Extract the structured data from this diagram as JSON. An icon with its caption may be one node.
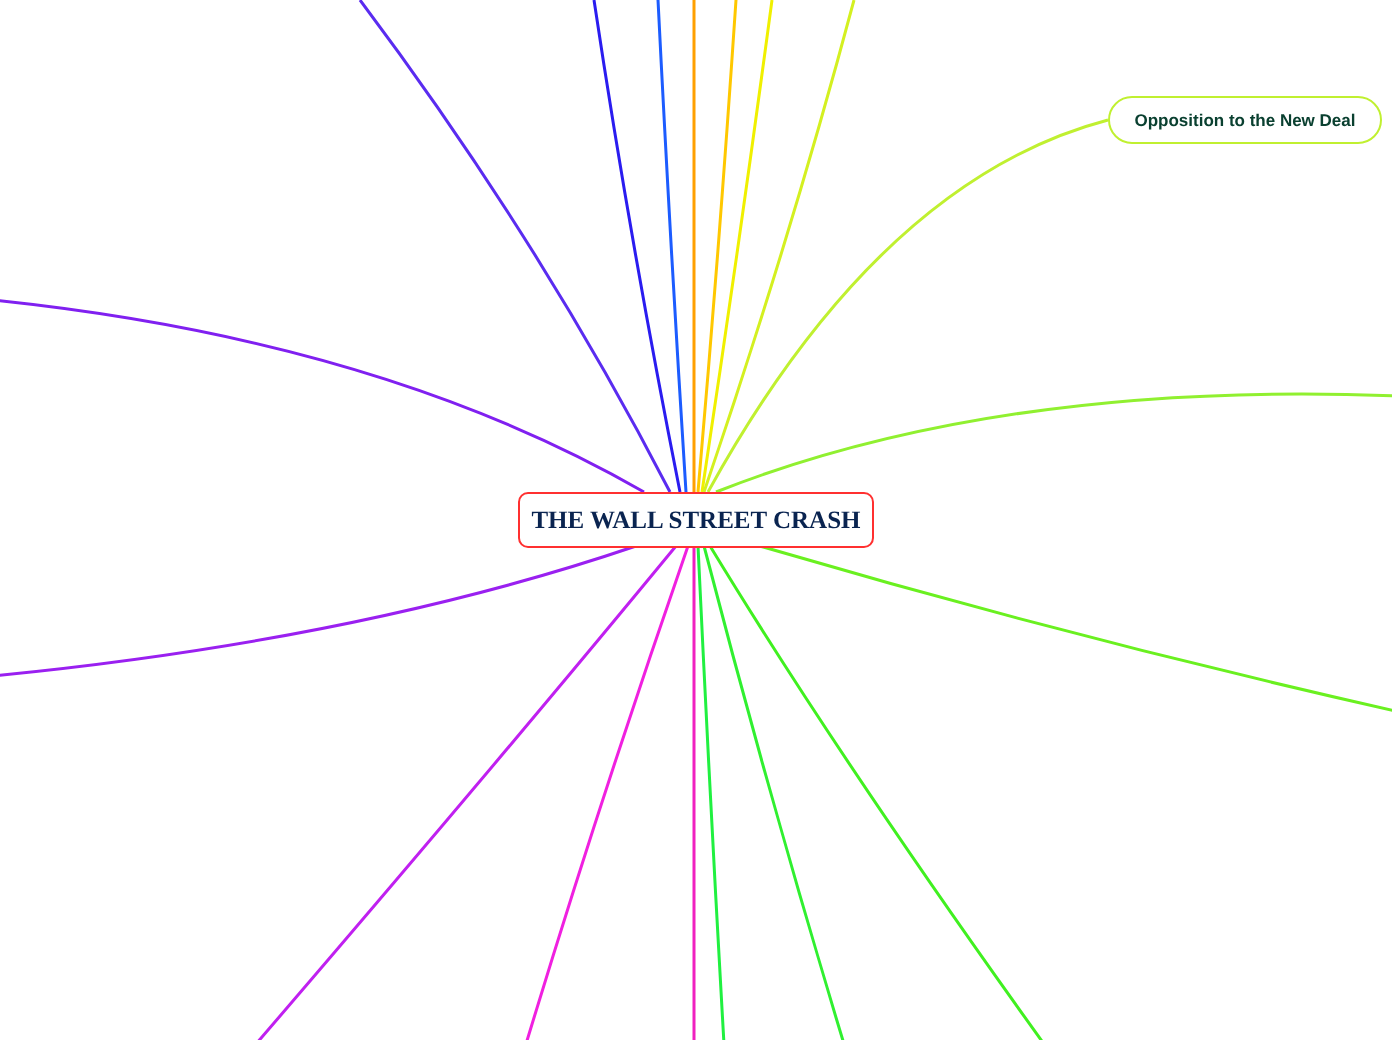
{
  "diagram": {
    "nodes": [
      {
        "text": [
          "THE WALL STREET CRASH"
        ]
      },
      {
        "text": [
          "Opposition to the New Deal"
        ]
      }
    ],
    "edges": [
      {
        "from": 0,
        "to": null,
        "arrow": "none",
        "color": "#5a2cf0"
      },
      {
        "from": 0,
        "to": null,
        "arrow": "none",
        "color": "#2a1cf0"
      },
      {
        "from": 0,
        "to": null,
        "arrow": "none",
        "color": "#1c5cff"
      },
      {
        "from": 0,
        "to": null,
        "arrow": "none",
        "color": "#ffa000"
      },
      {
        "from": 0,
        "to": null,
        "arrow": "none",
        "color": "#ffc800"
      },
      {
        "from": 0,
        "to": null,
        "arrow": "none",
        "color": "#f0f000"
      },
      {
        "from": 0,
        "to": null,
        "arrow": "none",
        "color": "#d4f020"
      },
      {
        "from": 0,
        "to": 1,
        "arrow": "none",
        "color": "#c0f030"
      },
      {
        "from": 0,
        "to": null,
        "arrow": "none",
        "color": "#90f030"
      },
      {
        "from": 0,
        "to": null,
        "arrow": "none",
        "color": "#6af020"
      },
      {
        "from": 0,
        "to": null,
        "arrow": "none",
        "color": "#40f020"
      },
      {
        "from": 0,
        "to": null,
        "arrow": "none",
        "color": "#30f030"
      },
      {
        "from": 0,
        "to": null,
        "arrow": "none",
        "color": "#20f040"
      },
      {
        "from": 0,
        "to": null,
        "arrow": "none",
        "color": "#f020c0"
      },
      {
        "from": 0,
        "to": null,
        "arrow": "none",
        "color": "#f020e0"
      },
      {
        "from": 0,
        "to": null,
        "arrow": "none",
        "color": "#c020f0"
      },
      {
        "from": 0,
        "to": null,
        "arrow": "none",
        "color": "#9a20f0"
      },
      {
        "from": 0,
        "to": null,
        "arrow": "none",
        "color": "#8020f0"
      }
    ]
  }
}
